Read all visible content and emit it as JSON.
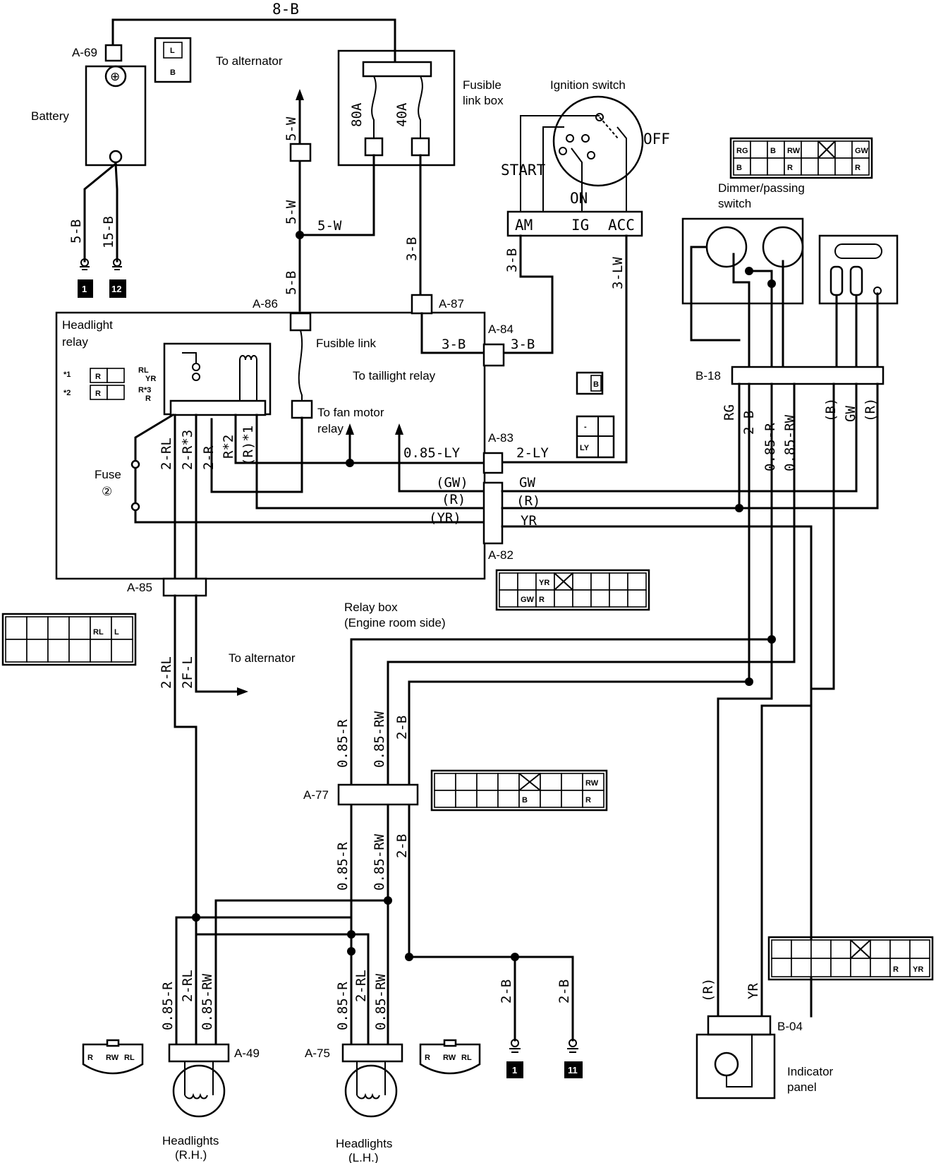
{
  "components": {
    "battery": "Battery",
    "to_alternator_top": "To alternator",
    "fusible_link_box": [
      "Fusible",
      "link box"
    ],
    "fuse_80a": "80A",
    "fuse_40a": "40A",
    "ignition_switch": "Ignition switch",
    "ign_start": "START",
    "ign_on": "ON",
    "ign_off": "OFF",
    "ign_terminals": [
      "AM",
      "IG",
      "ACC"
    ],
    "dimmer_switch": [
      "Dimmer/passing",
      "switch"
    ],
    "headlight_relay": [
      "Headlight",
      "relay"
    ],
    "fusible_link": "Fusible link",
    "to_taillight_relay": "To taillight relay",
    "to_fan_motor_relay": [
      "To fan motor",
      "relay"
    ],
    "fuse_2": [
      "Fuse",
      "②"
    ],
    "to_alternator_mid": "To alternator",
    "relay_box": [
      "Relay box",
      "(Engine room side)"
    ],
    "headlights_rh": [
      "Headlights",
      "(R.H.)"
    ],
    "headlights_lh": [
      "Headlights",
      "(L.H.)"
    ],
    "indicator_panel": [
      "Indicator",
      "panel"
    ],
    "legend_1": "*1",
    "legend_2": "*2"
  },
  "connectors": [
    "A-69",
    "A-86",
    "A-87",
    "A-84",
    "A-83",
    "A-82",
    "A-85",
    "A-77",
    "A-49",
    "A-75",
    "B-18",
    "B-04"
  ],
  "wires": {
    "top": "8-B",
    "batt_gnd_a": "5-B",
    "batt_gnd_b": "15-B",
    "w5_upper": "5-W",
    "w5_mid": "5-W",
    "w5_horiz": "5-W",
    "b5": "5-B",
    "b3_vert": "3-B",
    "b3_ign": "3-B",
    "b3_relay_a": "3-B",
    "b3_relay_b": "3-B",
    "lw3": "3-LW",
    "ly085": "0.85-LY",
    "ly2": "2-LY",
    "gw_in": "(GW)",
    "gw_out": "GW",
    "r_in": "(R)",
    "r_out": "(R)",
    "yr_in": "(YR)",
    "yr_out": "YR",
    "rl2": "2-RL",
    "r2s3": "2-R*3",
    "r2": "2-R",
    "rs2": "R*2",
    "rs1": "(R)*1",
    "rl2_low": "2-RL",
    "fl2": "2F-L",
    "b18_rg": "RG",
    "b18_2b": "2-B",
    "b18_085r": "0.85-R",
    "b18_085rw": "0.85-RW",
    "b18_b": "(B)",
    "b18_gw": "GW",
    "b18_r": "(R)",
    "rb_085r_a": "0.85-R",
    "rb_085rw_a": "0.85-RW",
    "rb_2b_a": "2-B",
    "rb_085r_b": "0.85-R",
    "rb_085rw_b": "0.85-RW",
    "rb_2b_b": "2-B",
    "hl_rh": [
      "0.85-R",
      "2-RL",
      "0.85-RW"
    ],
    "hl_lh": [
      "0.85-R",
      "2-RL",
      "0.85-RW"
    ],
    "gnd_2b_a": "2-B",
    "gnd_2b_b": "2-B",
    "ind_r": "(R)",
    "ind_yr": "YR"
  },
  "grounds": [
    "1",
    "12",
    "1",
    "11"
  ],
  "pins": {
    "alt_l": "L",
    "alt_b": "B",
    "dimmer_top": [
      "RG",
      "",
      "B",
      "RW",
      "",
      "",
      "",
      "GW"
    ],
    "dimmer_bot": [
      "B",
      "",
      "",
      "R",
      "",
      "",
      "",
      "R"
    ],
    "a84_pin": "B",
    "a83_top": "-",
    "a83_pin": "LY",
    "relay_r1": "R",
    "relay_r2": "R",
    "relay_rl": "RL",
    "relay_yr": "YR",
    "relay_rs3": "R*3",
    "relay_rr": "R",
    "a82_yr": "YR",
    "a82_gw": "GW",
    "a82_r": "R",
    "a85_rl": "RL",
    "a85_l": "L",
    "a77_rw": "RW",
    "a77_b": "B",
    "a77_r": "R",
    "b04_r": "R",
    "b04_yr": "YR",
    "hl_pins": [
      "R",
      "RW",
      "RL"
    ]
  }
}
